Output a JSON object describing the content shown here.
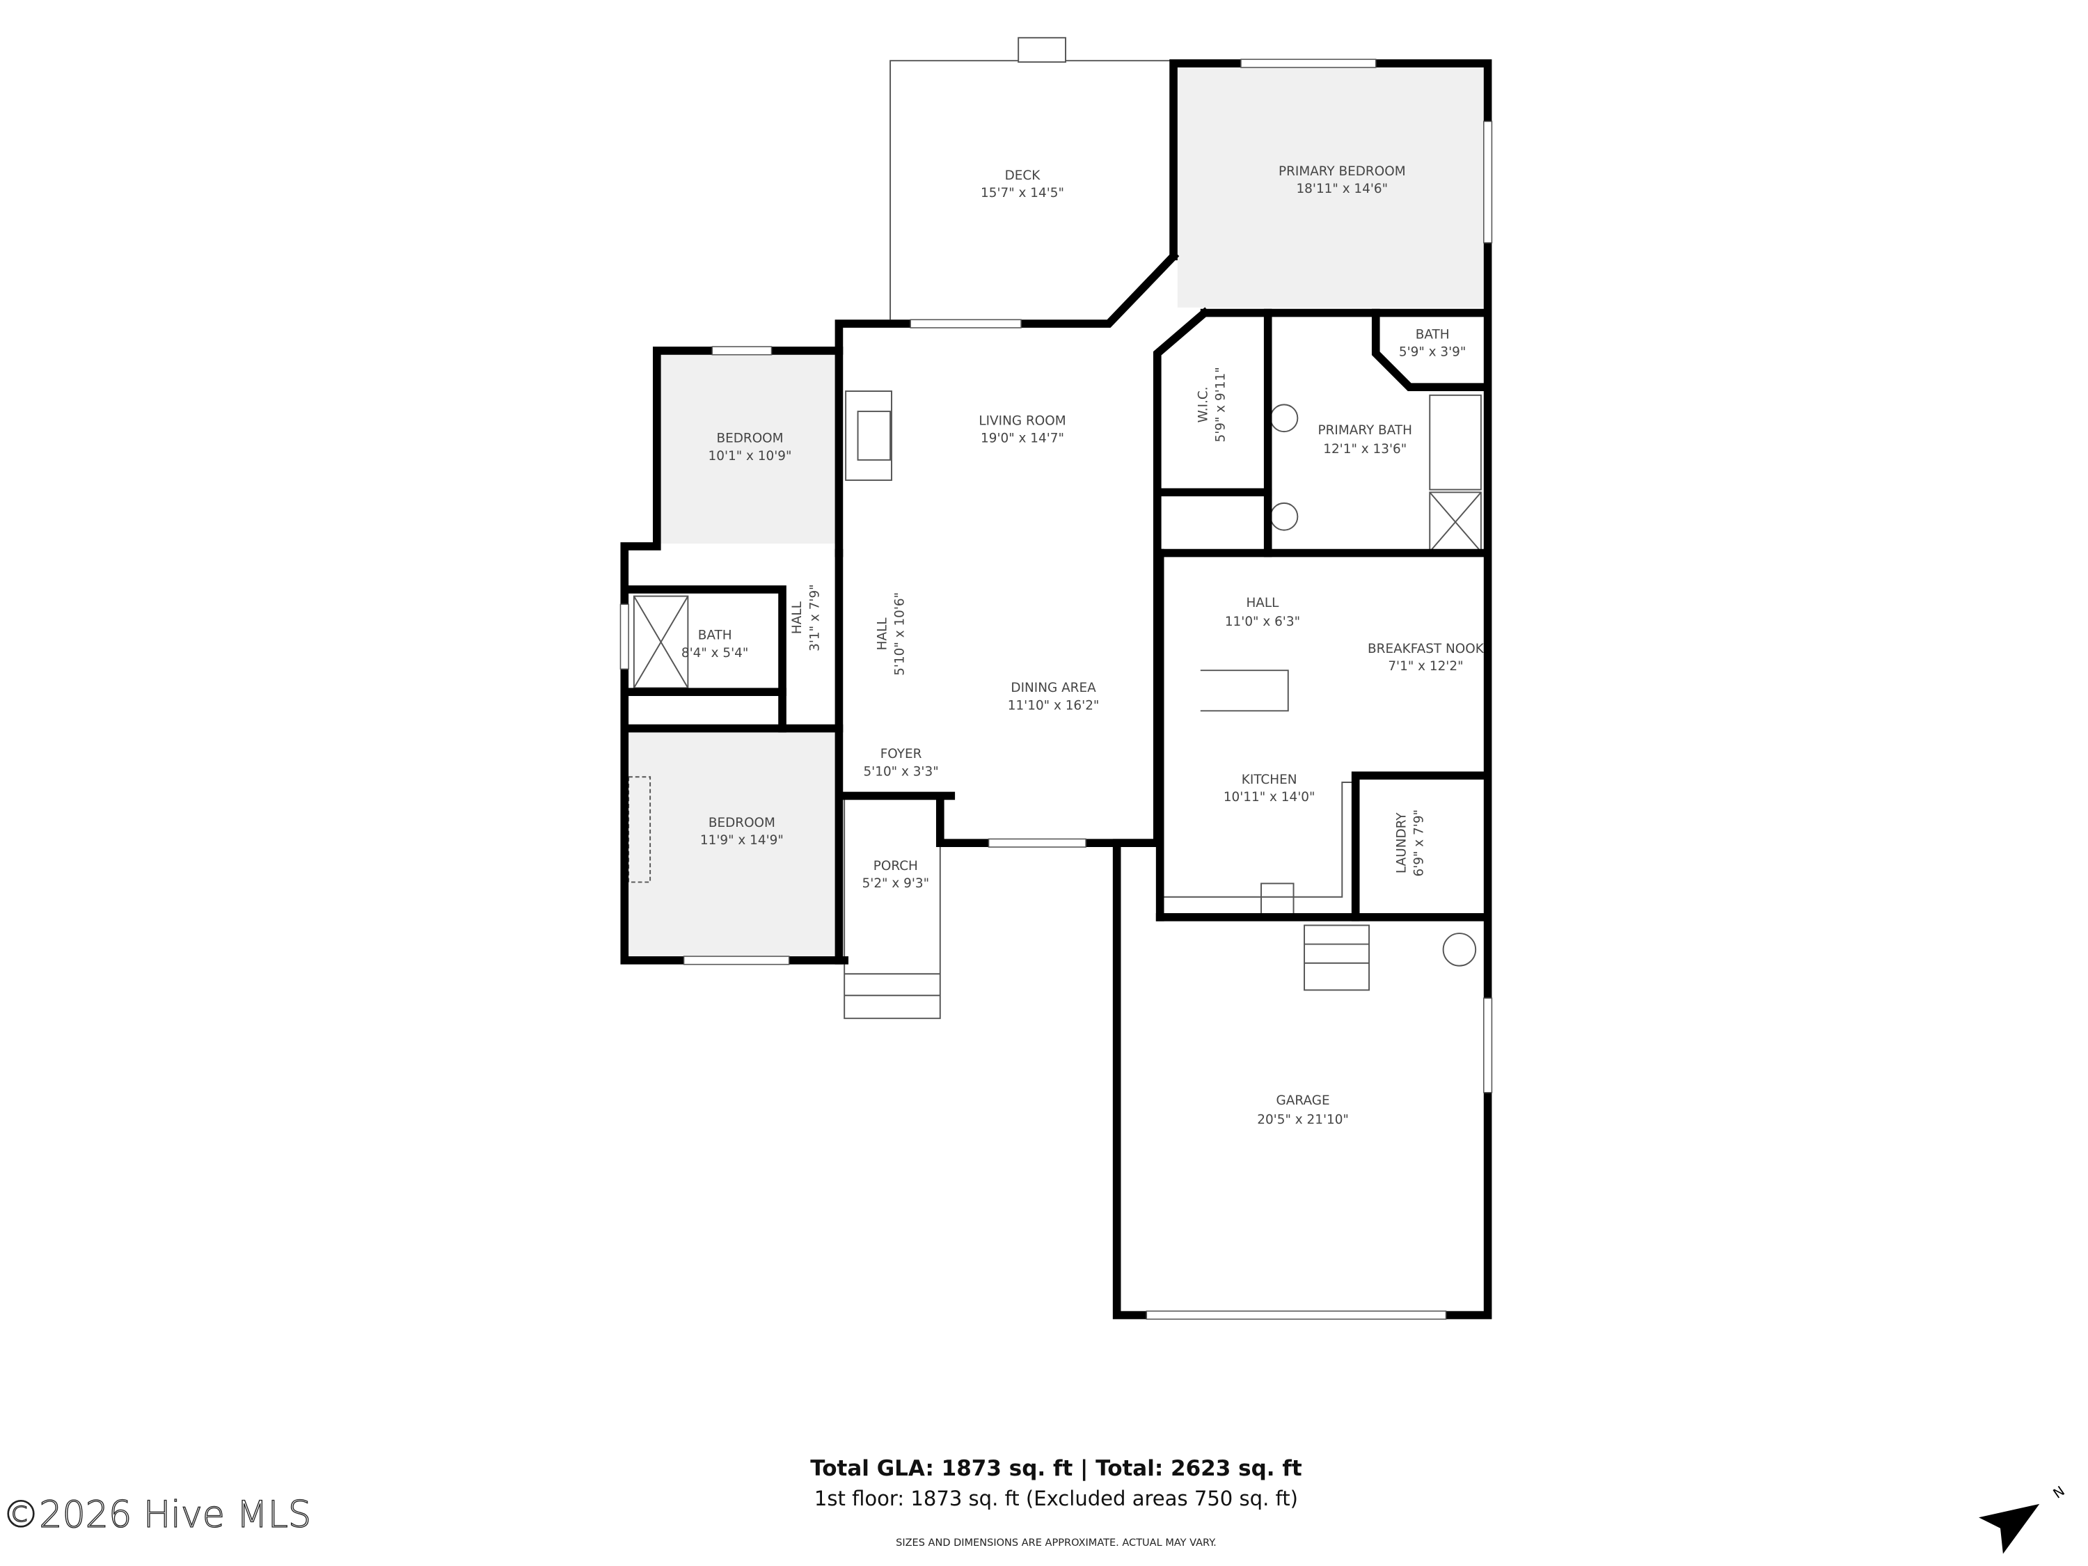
{
  "plan": {
    "rooms": [
      {
        "name": "DECK",
        "dims": "15'7\" x 14'5\""
      },
      {
        "name": "PRIMARY BEDROOM",
        "dims": "18'11\" x 14'6\""
      },
      {
        "name": "BATH",
        "dims": "5'9\" x 3'9\""
      },
      {
        "name": "W.I.C.",
        "dims": "5'9\" x 9'11\""
      },
      {
        "name": "PRIMARY BATH",
        "dims": "12'1\" x 13'6\""
      },
      {
        "name": "LIVING ROOM",
        "dims": "19'0\" x 14'7\""
      },
      {
        "name": "BEDROOM",
        "dims": "10'1\" x 10'9\""
      },
      {
        "name": "HALL",
        "dims": "3'1\" x 7'9\""
      },
      {
        "name": "BATH",
        "dims": "8'4\" x 5'4\""
      },
      {
        "name": "HALL",
        "dims": "5'10\" x 10'6\""
      },
      {
        "name": "HALL",
        "dims": "11'0\" x 6'3\""
      },
      {
        "name": "BREAKFAST NOOK",
        "dims": "7'1\" x 12'2\""
      },
      {
        "name": "DINING AREA",
        "dims": "11'10\" x 16'2\""
      },
      {
        "name": "FOYER",
        "dims": "5'10\" x 3'3\""
      },
      {
        "name": "KITCHEN",
        "dims": "10'11\" x 14'0\""
      },
      {
        "name": "LAUNDRY",
        "dims": "6'9\" x 7'9\""
      },
      {
        "name": "BEDROOM",
        "dims": "11'9\" x 14'9\""
      },
      {
        "name": "PORCH",
        "dims": "5'2\" x 9'3\""
      },
      {
        "name": "GARAGE",
        "dims": "20'5\" x 21'10\""
      }
    ],
    "bedroom_fill": "#f0f0f0",
    "wall_color": "#000000"
  },
  "footer": {
    "totals": "Total GLA: 1873 sq. ft | Total: 2623 sq. ft",
    "floor": "1st floor: 1873 sq. ft (Excluded areas 750 sq. ft)",
    "disclaimer": "SIZES AND DIMENSIONS ARE APPROXIMATE. ACTUAL MAY VARY."
  },
  "watermark": "©2026 Hive MLS",
  "compass": {
    "icon": "north-arrow-icon",
    "label": "N"
  }
}
